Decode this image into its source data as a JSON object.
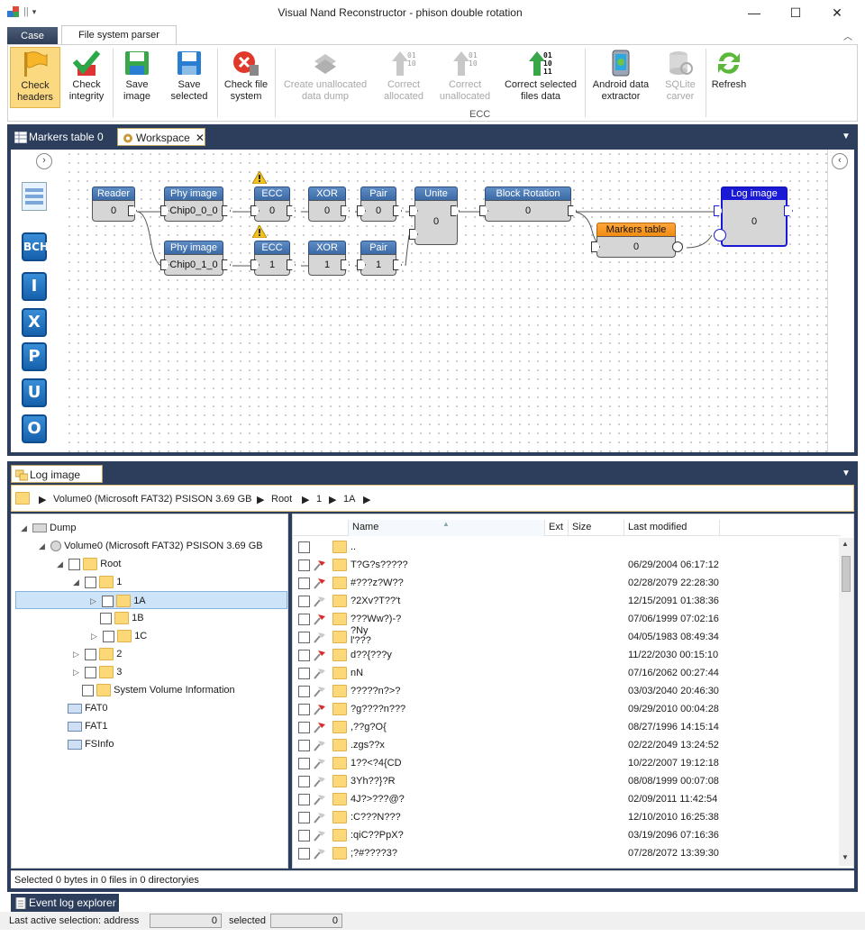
{
  "window": {
    "title": "Visual Nand Reconstructor - phison double rotation"
  },
  "ribbon_tabs": {
    "case": "Case",
    "file_system_parser": "File system parser"
  },
  "ribbon": {
    "check_headers": "Check headers",
    "check_integrity": "Check integrity",
    "save_image": "Save image",
    "save_selected": "Save selected",
    "check_file_system": "Check file system",
    "create_unallocated": "Create unallocated data dump",
    "correct_allocated": "Correct allocated",
    "correct_unallocated": "Correct unallocated",
    "correct_selected": "Correct selected files data",
    "ecc_group": "ECC",
    "android_extractor": "Android data extractor",
    "sqlite_carver": "SQLite carver",
    "refresh": "Refresh"
  },
  "panel_tabs": {
    "markers": "Markers table 0",
    "workspace": "Workspace"
  },
  "tools": [
    "BCH",
    "I",
    "X",
    "P",
    "U",
    "O"
  ],
  "nodes": {
    "reader": {
      "title": "Reader",
      "value": "0"
    },
    "phy0": {
      "title": "Phy image",
      "value": "Chip0_0_0"
    },
    "ecc0": {
      "title": "ECC",
      "value": "0"
    },
    "xor0": {
      "title": "XOR",
      "value": "0"
    },
    "pair0": {
      "title": "Pair",
      "value": "0"
    },
    "unite": {
      "title": "Unite",
      "value": "0"
    },
    "rotation": {
      "title": "Block Rotation",
      "value": "0"
    },
    "markers": {
      "title": "Markers table",
      "value": "0"
    },
    "logimage": {
      "title": "Log image",
      "value": "0"
    },
    "phy1": {
      "title": "Phy image",
      "value": "Chip0_1_0"
    },
    "ecc1": {
      "title": "ECC",
      "value": "1"
    },
    "xor1": {
      "title": "XOR",
      "value": "1"
    },
    "pair1": {
      "title": "Pair",
      "value": "1"
    }
  },
  "log_tab": "Log image 0",
  "breadcrumb": [
    "Volume0 (Microsoft FAT32) PSISON  3.69 GB",
    "Root",
    "1",
    "1A"
  ],
  "tree": {
    "dump": "Dump",
    "volume": "Volume0 (Microsoft FAT32) PSISON  3.69 GB",
    "root": "Root",
    "n1": "1",
    "n1a": "1A",
    "n1b": "1B",
    "n1c": "1C",
    "n2": "2",
    "n3": "3",
    "svi": "System Volume Information",
    "fat0": "FAT0",
    "fat1": "FAT1",
    "fsinfo": "FSInfo"
  },
  "columns": {
    "name": "Name",
    "ext": "Ext",
    "size": "Size",
    "modified": "Last modified"
  },
  "files": [
    {
      "name": "..",
      "date": "",
      "flag": "none"
    },
    {
      "name": "T?G?s?????",
      "date": "06/29/2004 06:17:12",
      "flag": "red"
    },
    {
      "name": "#???z?W??",
      "date": "02/28/2079 22:28:30",
      "flag": "red"
    },
    {
      "name": "?2Xv?T??'t",
      "date": "12/15/2091 01:38:36",
      "flag": "grey"
    },
    {
      "name": "???Ww?)-?",
      "date": "07/06/1999 07:02:16",
      "flag": "red"
    },
    {
      "name": "?Ny\nl'???",
      "date": "04/05/1983 08:49:34",
      "flag": "grey"
    },
    {
      "name": "d??{???y",
      "date": "11/22/2030 00:15:10",
      "flag": "red"
    },
    {
      "name": "nN",
      "date": "07/16/2062 00:27:44",
      "flag": "grey"
    },
    {
      "name": "?????n?>?",
      "date": "03/03/2040 20:46:30",
      "flag": "grey"
    },
    {
      "name": "?g????n???",
      "date": "09/29/2010 00:04:28",
      "flag": "red"
    },
    {
      "name": ",??g?O{",
      "date": "08/27/1996 14:15:14",
      "flag": "red"
    },
    {
      "name": ".zgs??x",
      "date": "02/22/2049 13:24:52",
      "flag": "grey"
    },
    {
      "name": "1??<?4{CD",
      "date": "10/22/2007 19:12:18",
      "flag": "grey"
    },
    {
      "name": "3Yh??}?R",
      "date": "08/08/1999 00:07:08",
      "flag": "grey"
    },
    {
      "name": "4J?>???@?",
      "date": "02/09/2011 11:42:54",
      "flag": "grey"
    },
    {
      "name": ":C???N???",
      "date": "12/10/2010 16:25:38",
      "flag": "grey"
    },
    {
      "name": ":qiC??PpX?",
      "date": "03/19/2096 07:16:36",
      "flag": "grey"
    },
    {
      "name": ";?#????3?",
      "date": "07/28/2072 13:39:30",
      "flag": "grey"
    }
  ],
  "status": "Selected 0 bytes in 0 files in 0 directoryies",
  "event_tab": "Event log explorer",
  "bottom": {
    "label": "Last active selection:  address",
    "address": "0",
    "selected_label": "selected",
    "selected": "0"
  }
}
